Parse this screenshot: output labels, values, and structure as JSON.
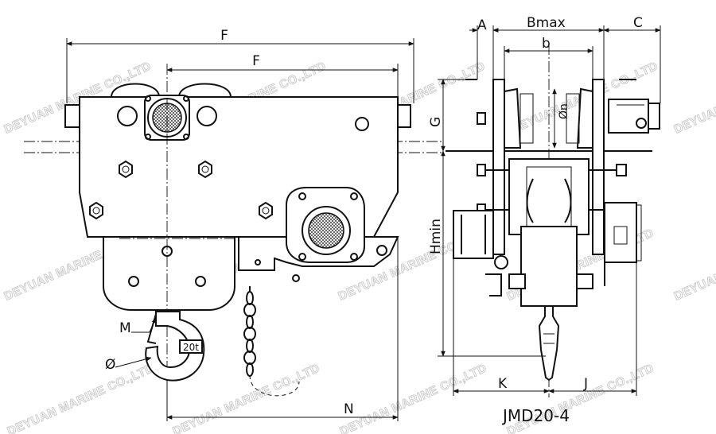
{
  "caption": "JMD20-4",
  "hook_plate": "20t",
  "watermark": "DEYUAN MARINE CO.,LTD",
  "dimensions": {
    "f_outer": "F",
    "f_inner": "F",
    "m": "M",
    "phi": "Ø",
    "n_dim": "N",
    "a": "A",
    "bmax": "Bmax",
    "c": "C",
    "b": "b",
    "phi_n": "Øn",
    "g": "G",
    "hmin": "Hmin",
    "k": "K",
    "j": "J"
  }
}
